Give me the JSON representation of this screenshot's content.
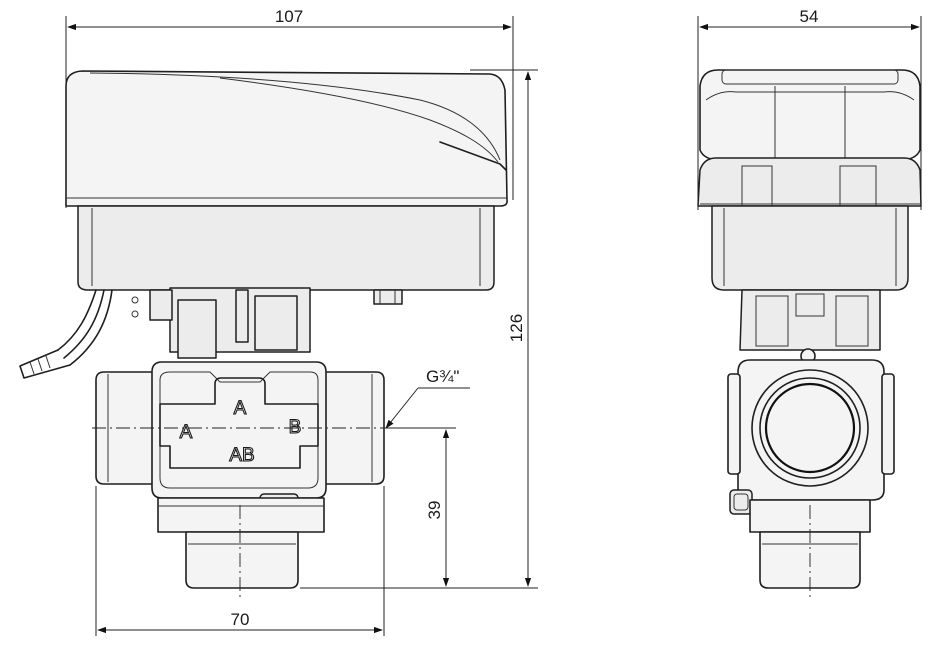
{
  "dimensions": {
    "front_width": "107",
    "side_width": "54",
    "height": "126",
    "port_height": "39",
    "body_width": "70"
  },
  "thread_label": "G¾\"",
  "ports": {
    "left": "A",
    "top": "A",
    "right": "B",
    "bottom": "AB"
  }
}
